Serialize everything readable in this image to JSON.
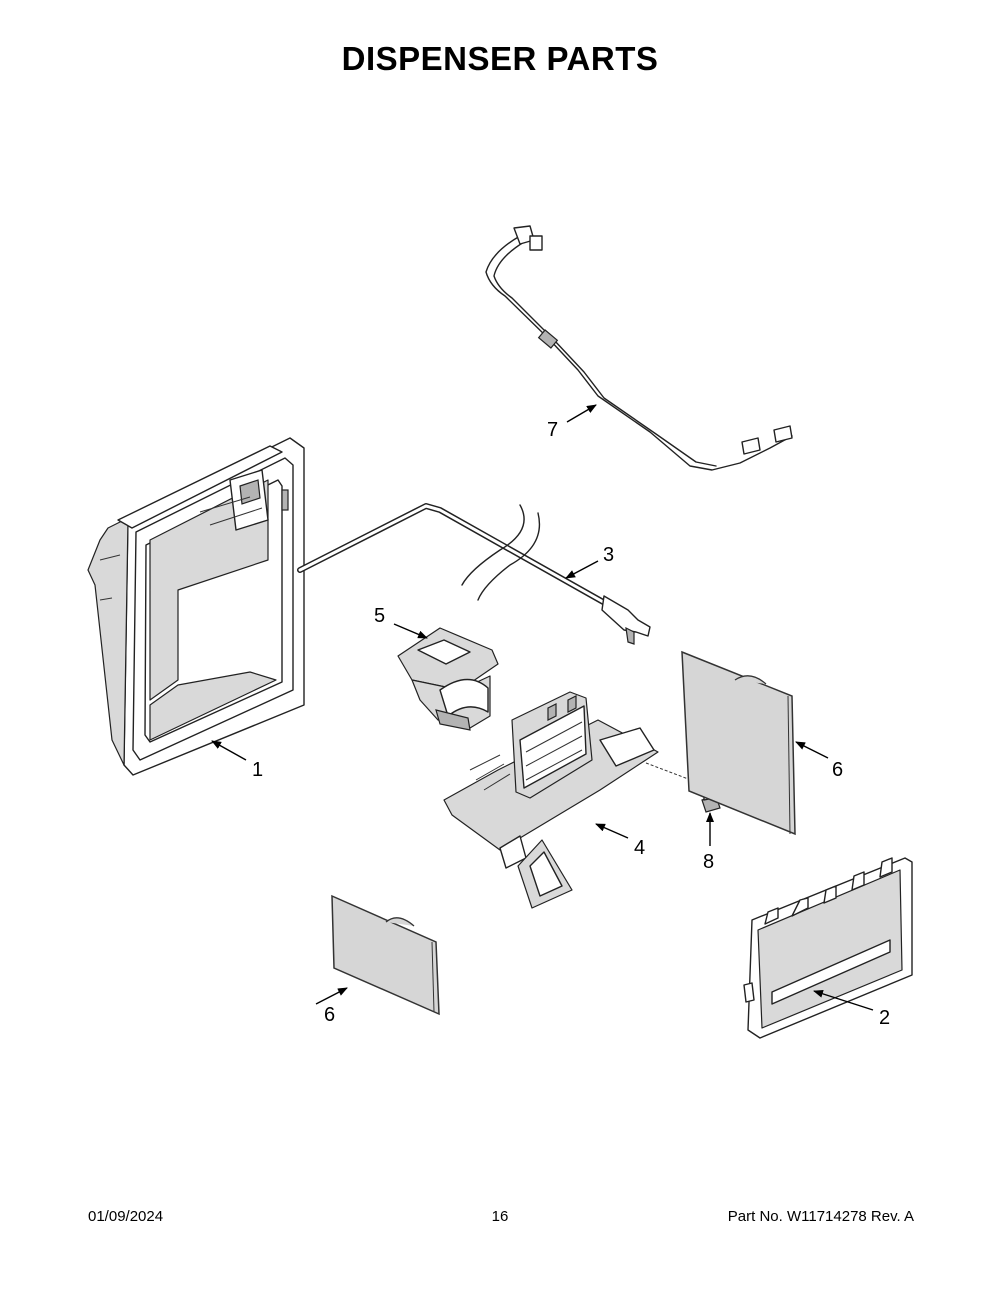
{
  "page": {
    "title": "DISPENSER PARTS",
    "footer": {
      "date": "01/09/2024",
      "page_number": "16",
      "part_number": "Part No.  W11714278  Rev.  A"
    }
  },
  "callouts": [
    {
      "id": "callout-1",
      "label": "1"
    },
    {
      "id": "callout-2",
      "label": "2"
    },
    {
      "id": "callout-3",
      "label": "3"
    },
    {
      "id": "callout-4",
      "label": "4"
    },
    {
      "id": "callout-5",
      "label": "5"
    },
    {
      "id": "callout-6a",
      "label": "6"
    },
    {
      "id": "callout-6b",
      "label": "6"
    },
    {
      "id": "callout-7",
      "label": "7"
    },
    {
      "id": "callout-8",
      "label": "8"
    }
  ]
}
